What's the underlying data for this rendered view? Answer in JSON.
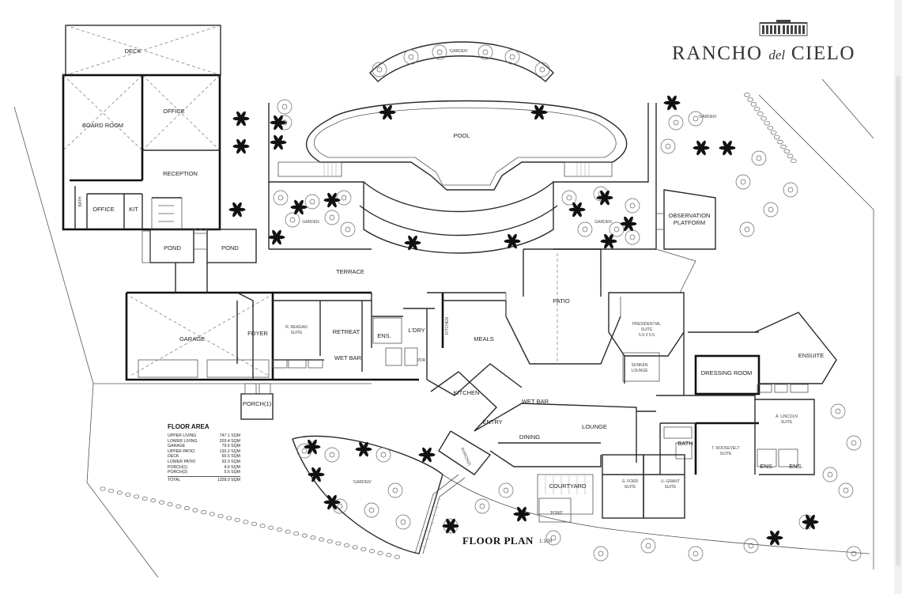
{
  "brand": {
    "name_left": "RANCHO",
    "name_mid": "del",
    "name_right": "CIELO"
  },
  "plan": {
    "title": "FLOOR PLAN",
    "scale": "1:100",
    "rooms": {
      "deck": "DECK",
      "board_room": "BOARD ROOM",
      "office_main": "OFFICE",
      "reception": "RECEPTION",
      "office_small": "OFFICE",
      "kit": "KIT",
      "bath_small": "BATH",
      "pond_left": "POND",
      "pond_right": "POND",
      "garden_top": "'GARDEN'",
      "garden_right": "'GARDEN'",
      "garden_left_upper": "GARDEN",
      "garden_right_upper": "GARDEN",
      "garden_bottom": "'GARDEN'",
      "pool": "POOL",
      "observation_1": "OBSERVATION",
      "observation_2": "PLATFORM",
      "terrace": "TERRACE",
      "garage": "GARAGE",
      "foyer": "FOYER",
      "reagan": "R. REAGAN",
      "reagan_suite": "SUITE",
      "retreat": "RETREAT",
      "ens": "ENS.",
      "ldry": "L'DRY",
      "kitchen_upper": "KITCHEN",
      "meals": "MEALS",
      "patio": "PATIO",
      "presidential_1": "PRESIDENTIAL",
      "presidential_2": "SUITE",
      "presidential_3": "5.9 X 5.5",
      "sunken_1": "SUNKEN",
      "sunken_2": "LOUNGE",
      "dressing": "DRESSING ROOM",
      "ensuite": "ENSUITE",
      "wet_bar_left": "WET BAR",
      "pdr": "PDR",
      "porch1": "PORCH(1)",
      "kitchen_lower": "KITCHEN",
      "wet_bar_right": "WET BAR",
      "entry": "ENTRY",
      "dining": "DINING",
      "lounge": "LOUNGE",
      "porch2": "PORCH(2)",
      "courtyard": "COURTYARD",
      "pond_court": "'POND'",
      "lincoln_1": "A. LINCOLN",
      "lincoln_2": "SUITE",
      "roosevelt_1": "T. ROOSEVELT",
      "roosevelt_2": "SUITE",
      "bath_suite": "BATH",
      "ens_left": "ENS.",
      "ens_right": "ENS.",
      "ford_1": "G. FORD",
      "ford_2": "SUITE",
      "grant_1": "U. GRANT",
      "grant_2": "SUITE"
    }
  },
  "floor_area": {
    "title": "FLOOR AREA",
    "rows": [
      {
        "label": "UPPER LIVING",
        "value": "747.1 SQM"
      },
      {
        "label": "LOWER LIVING",
        "value": "203.4 SQM"
      },
      {
        "label": "GARAGE",
        "value": "79.6 SQM"
      },
      {
        "label": "UPPER PATIO",
        "value": "130.2 SQM"
      },
      {
        "label": "DECK",
        "value": "65.5 SQM"
      },
      {
        "label": "LOWER PATIO",
        "value": "92.0 SQM"
      },
      {
        "label": "PORCH(1)",
        "value": "4.6 SQM"
      },
      {
        "label": "PORCH(2)",
        "value": "5.6 SQM"
      }
    ],
    "total": {
      "label": "TOTAL",
      "value": "1328.0 SQM"
    }
  }
}
